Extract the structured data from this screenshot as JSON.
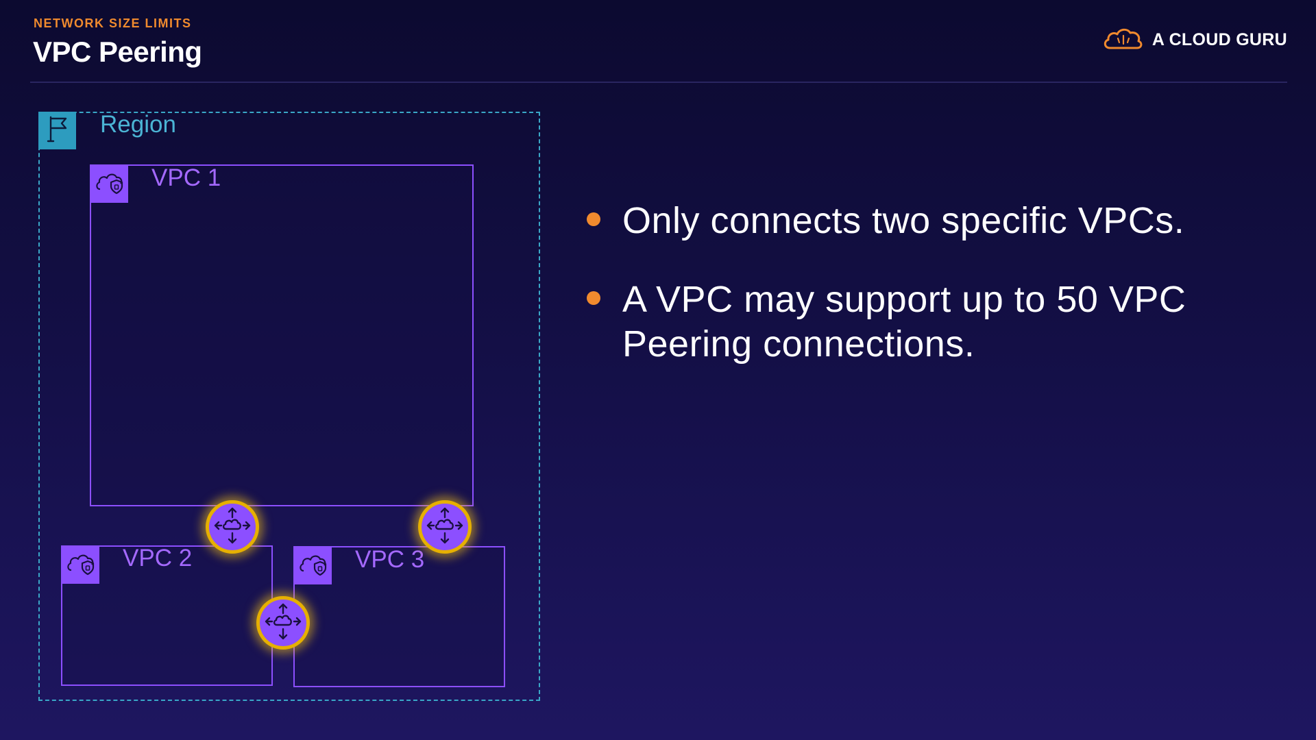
{
  "header": {
    "kicker": "NETWORK SIZE LIMITS",
    "title": "VPC Peering",
    "brand": "A CLOUD GURU",
    "brand_icon": "cloud-logo-icon",
    "accent_color": "#f08a2e"
  },
  "diagram": {
    "region": {
      "label": "Region",
      "icon": "flag-icon",
      "color": "#3aa7c7"
    },
    "vpcs": [
      {
        "label": "VPC 1",
        "icon": "cloud-shield-icon"
      },
      {
        "label": "VPC 2",
        "icon": "cloud-shield-icon"
      },
      {
        "label": "VPC 3",
        "icon": "cloud-shield-icon"
      }
    ],
    "vpc_color": "#8c4fff",
    "peering_connections": [
      {
        "between": [
          "VPC 1",
          "VPC 2"
        ],
        "icon": "peering-connection-icon"
      },
      {
        "between": [
          "VPC 1",
          "VPC 3"
        ],
        "icon": "peering-connection-icon"
      },
      {
        "between": [
          "VPC 2",
          "VPC 3"
        ],
        "icon": "peering-connection-icon"
      }
    ],
    "peering_ring_color": "#e6b000"
  },
  "bullets": [
    "Only connects two specific VPCs.",
    "A VPC may support up to 50 VPC Peering connections."
  ]
}
